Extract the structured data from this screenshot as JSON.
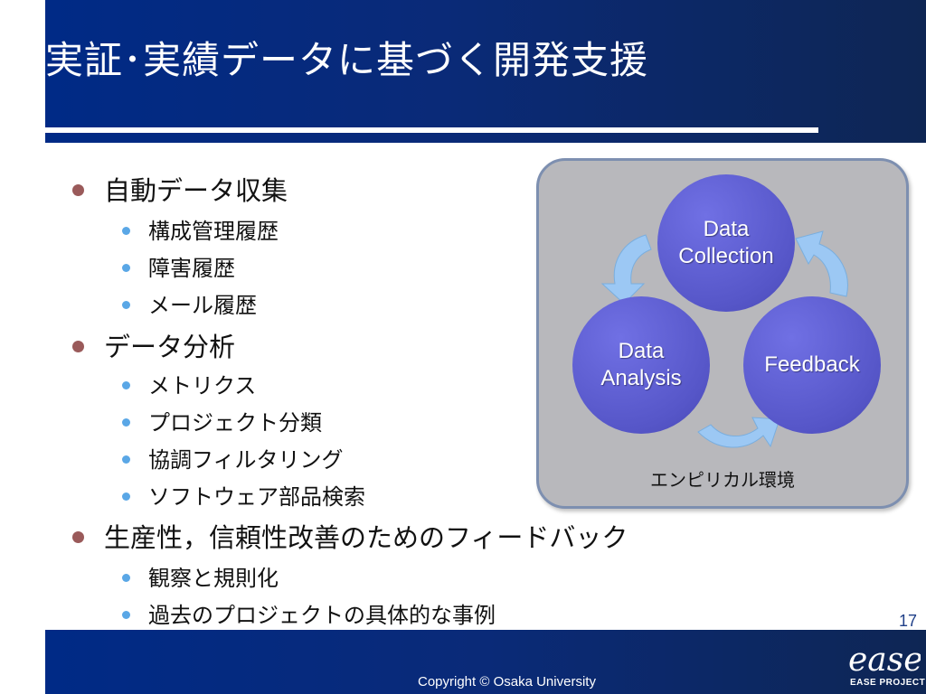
{
  "slide": {
    "title": "実証･実績データに基づく開発支援",
    "page_number": "17",
    "copyright": "Copyright ©  Osaka University",
    "logo": {
      "wordmark": "ease",
      "caption": "EASE PROJECT"
    }
  },
  "outline": [
    {
      "text": "自動データ収集",
      "children": [
        "構成管理履歴",
        "障害履歴",
        "メール履歴"
      ]
    },
    {
      "text": "データ分析",
      "children": [
        "メトリクス",
        "プロジェクト分類",
        "協調フィルタリング",
        "ソフトウェア部品検索"
      ]
    },
    {
      "text": "生産性，信頼性改善のためのフィードバック",
      "children": [
        "観察と規則化",
        "過去のプロジェクトの具体的な事例"
      ]
    }
  ],
  "diagram": {
    "nodes": [
      {
        "id": "collection",
        "lines": [
          "Data",
          "Collection"
        ]
      },
      {
        "id": "analysis",
        "lines": [
          "Data",
          "Analysis"
        ]
      },
      {
        "id": "feedback",
        "lines": [
          "Feedback"
        ]
      }
    ],
    "caption": "エンピリカル環境",
    "colors": {
      "node": "#5a5acc",
      "arrow": "#9cc8f4",
      "panel": "#b8b8bc"
    }
  }
}
